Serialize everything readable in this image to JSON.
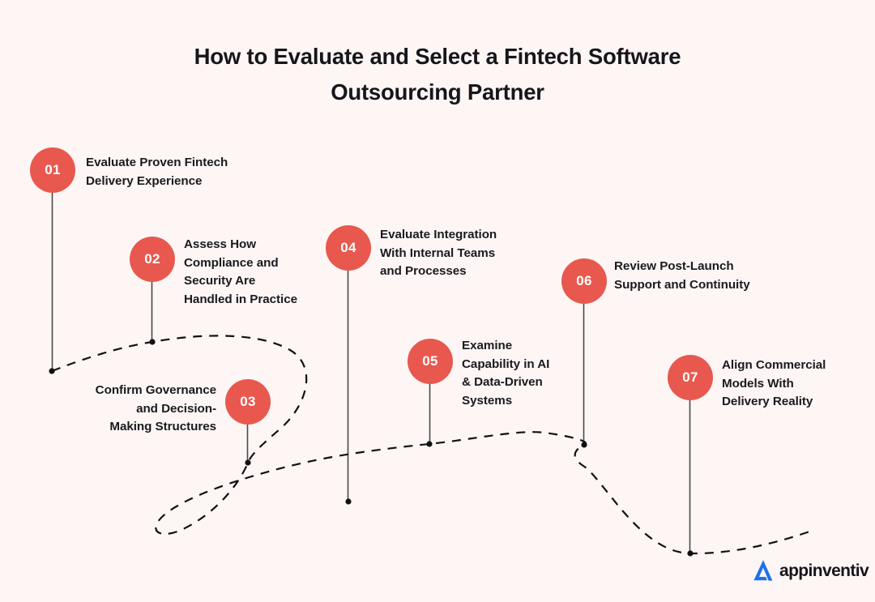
{
  "page": {
    "background_color": "#fdf6f5",
    "accent_color": "#e8584e",
    "text_color": "#1a1a1e",
    "logo_mark_color": "#1d6ff2",
    "connector_color": "#111111"
  },
  "header": {
    "title_line1": "How to Evaluate and Select a Fintech Software",
    "title_line2": "Outsourcing Partner",
    "title": "How to Evaluate and Select a Fintech Software Outsourcing Partner"
  },
  "steps": [
    {
      "number": "01",
      "label": "Evaluate Proven Fintech\nDelivery Experience",
      "align": "left"
    },
    {
      "number": "02",
      "label": "Assess How\nCompliance and\nSecurity Are\nHandled in Practice",
      "align": "left"
    },
    {
      "number": "03",
      "label": "Confirm Governance\nand Decision-\nMaking Structures",
      "align": "right"
    },
    {
      "number": "04",
      "label": "Evaluate Integration\nWith Internal Teams\nand Processes",
      "align": "left"
    },
    {
      "number": "05",
      "label": "Examine\nCapability in AI\n& Data-Driven\nSystems",
      "align": "left"
    },
    {
      "number": "06",
      "label": "Review Post-Launch\nSupport and Continuity",
      "align": "left"
    },
    {
      "number": "07",
      "label": "Align Commercial\nModels With\nDelivery Reality",
      "align": "left"
    }
  ],
  "branding": {
    "logo_mark": "appinventiv-logo-mark",
    "logo_text": "appinventiv"
  }
}
